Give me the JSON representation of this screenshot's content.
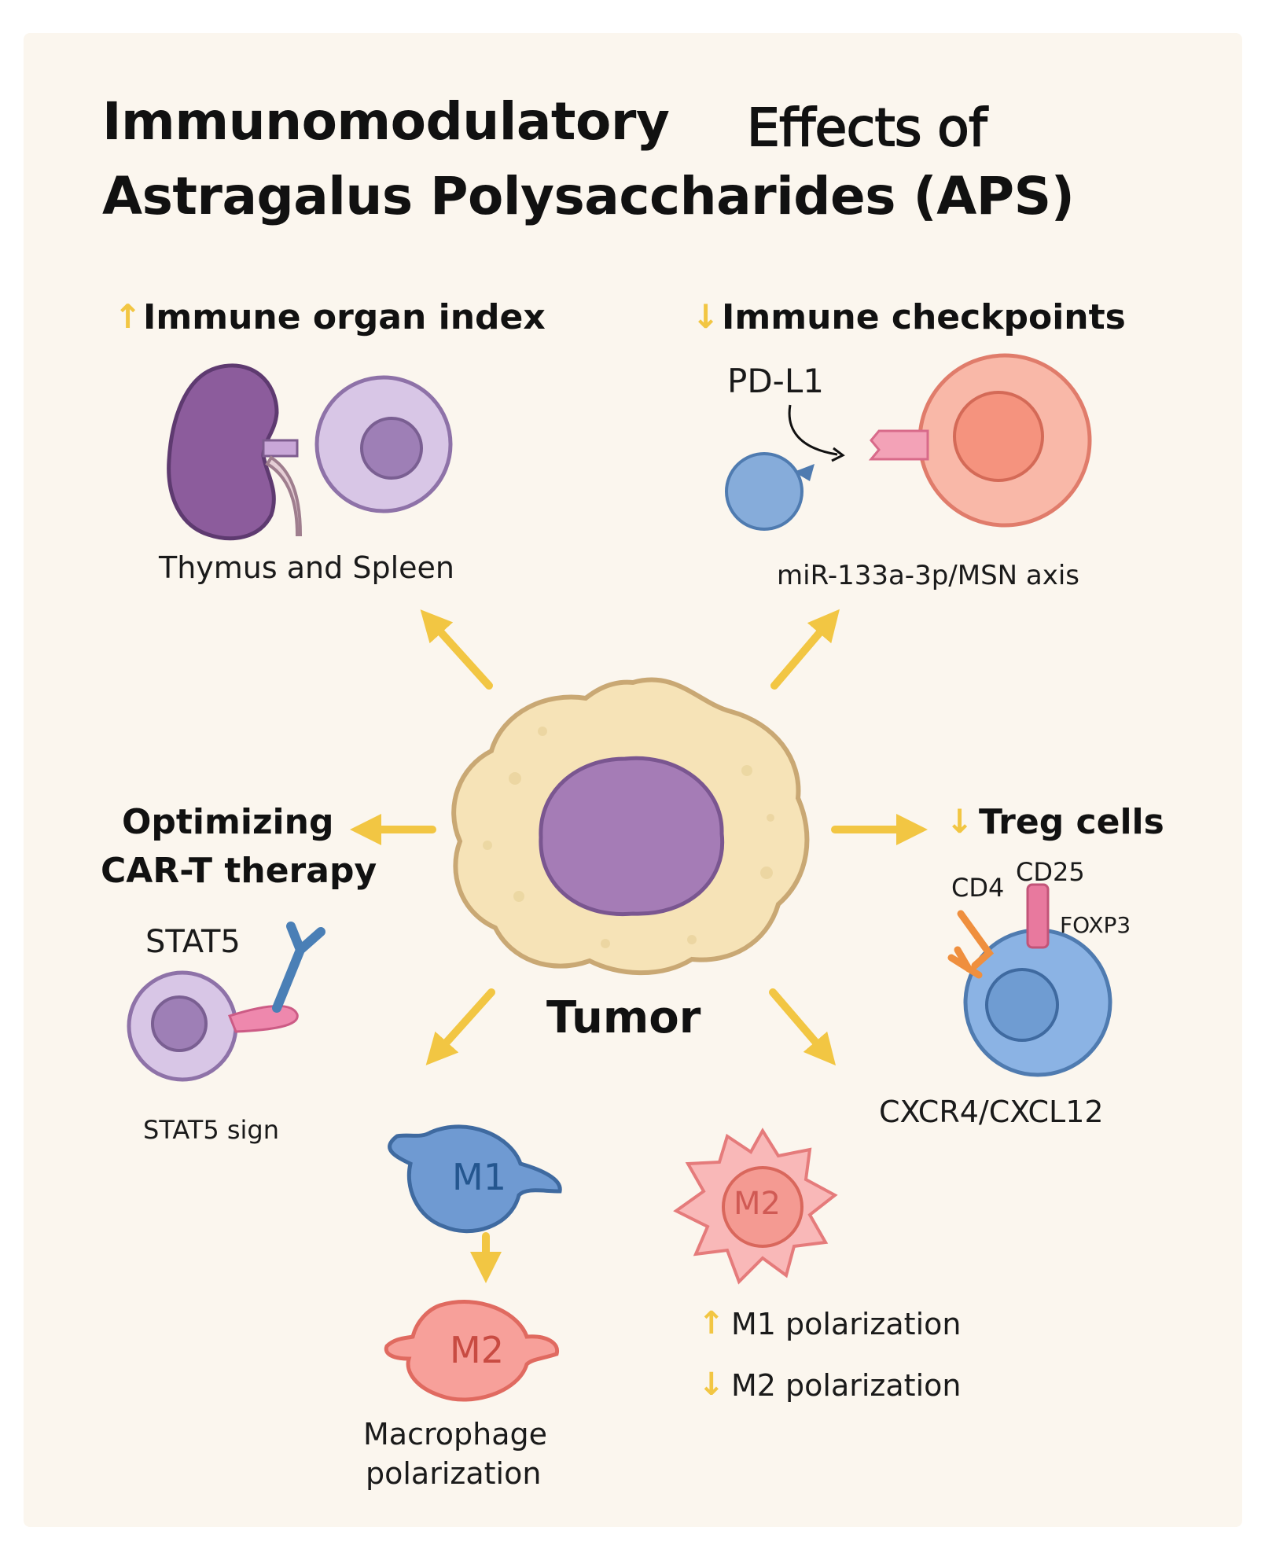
{
  "title": {
    "line1a": "Immunomodulatory",
    "line1b": "Effects of",
    "line2": "Astragalus Polysaccharides (APS)"
  },
  "center": {
    "label": "Tumor"
  },
  "arrows": {
    "up": "↑",
    "down": "↓"
  },
  "organ_index": {
    "heading": "Immune organ index",
    "caption": "Thymus and Spleen"
  },
  "checkpoints": {
    "heading": "Immune checkpoints",
    "marker": "PD-L1",
    "caption": "miR-133a-3p/MSN axis"
  },
  "car_t": {
    "heading_line1": "Optimizing",
    "heading_line2": "CAR-T therapy",
    "marker": "STAT5",
    "caption": "STAT5 sign"
  },
  "treg": {
    "heading": "Treg cells",
    "marker_cd4": "CD4",
    "marker_cd25": "CD25",
    "marker_foxp3": "FOXP3",
    "caption": "CXCR4/CXCL12"
  },
  "macrophage": {
    "m1": "M1",
    "m2": "M2",
    "caption_line1": "Macrophage",
    "caption_line2": "polarization"
  },
  "polarization": {
    "m2": "M2",
    "m1_line": "M1 polarization",
    "m2_line": "M2 polarization"
  },
  "colors": {
    "background": "#fbf6ee",
    "arrow": "#f2c643",
    "tumor_body": "#f6e3b7",
    "tumor_nucleus": "#a57cb6",
    "kidney": "#8c5c9c",
    "lavender_cell": "#d8c6e6",
    "salmon_cell": "#f9b8a8",
    "blue_cell": "#8bb3e4",
    "pink_receptor": "#e8799e",
    "orange_receptor": "#ef8f3e"
  }
}
